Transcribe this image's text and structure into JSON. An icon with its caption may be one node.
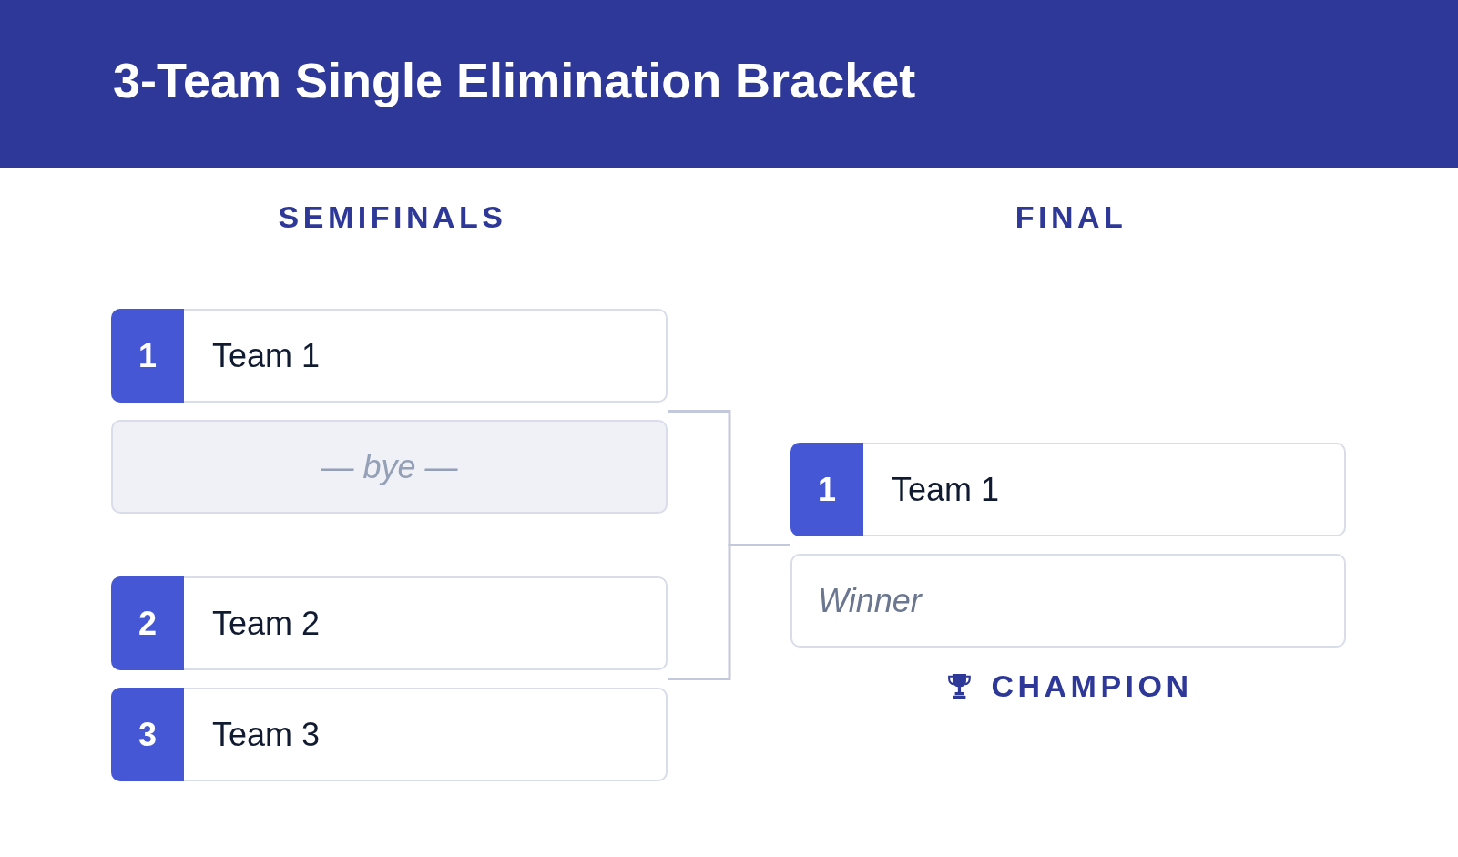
{
  "diagram": {
    "title": "3-Team Single Elimination Bracket",
    "nodes": [
      {
        "text": [
          "1",
          "Team 1"
        ]
      },
      {
        "text": [
          "— bye —"
        ]
      },
      {
        "text": [
          "2",
          "Team 2"
        ]
      },
      {
        "text": [
          "3",
          "Team 3"
        ]
      },
      {
        "text": [
          "1",
          "Team 1"
        ]
      },
      {
        "text": [
          "Winner"
        ]
      }
    ],
    "edges": [
      {
        "from": 0,
        "to": 4,
        "arrow": "none"
      },
      {
        "from": 2,
        "to": 4,
        "arrow": "none"
      }
    ],
    "labels": [
      "SEMIFINALS",
      "FINAL",
      "CHAMPION"
    ]
  }
}
